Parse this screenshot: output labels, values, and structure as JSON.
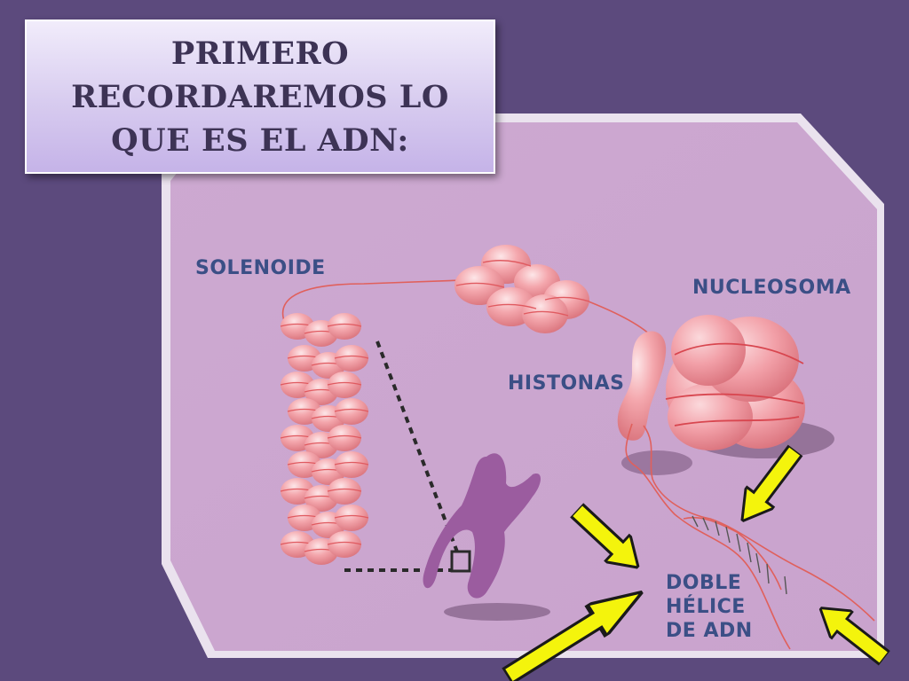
{
  "slide": {
    "title_lines": [
      "PRIMERO",
      "RECORDAREMOS LO",
      "QUE ES EL ADN:"
    ]
  },
  "diagram": {
    "labels": {
      "solenoide": "SOLENOIDE",
      "nucleosoma": "NUCLEOSOMA",
      "histonas": "HISTONAS",
      "doble_helice": [
        "DOBLE",
        "HÉLICE",
        "DE ADN"
      ]
    }
  },
  "colors": {
    "background": "#5c4a7d",
    "panel": "#cba9cf",
    "arrow": "#f4f40c",
    "label": "#3b4f86",
    "histone": "#f2a8ad",
    "chromosome": "#9b5c9f"
  }
}
